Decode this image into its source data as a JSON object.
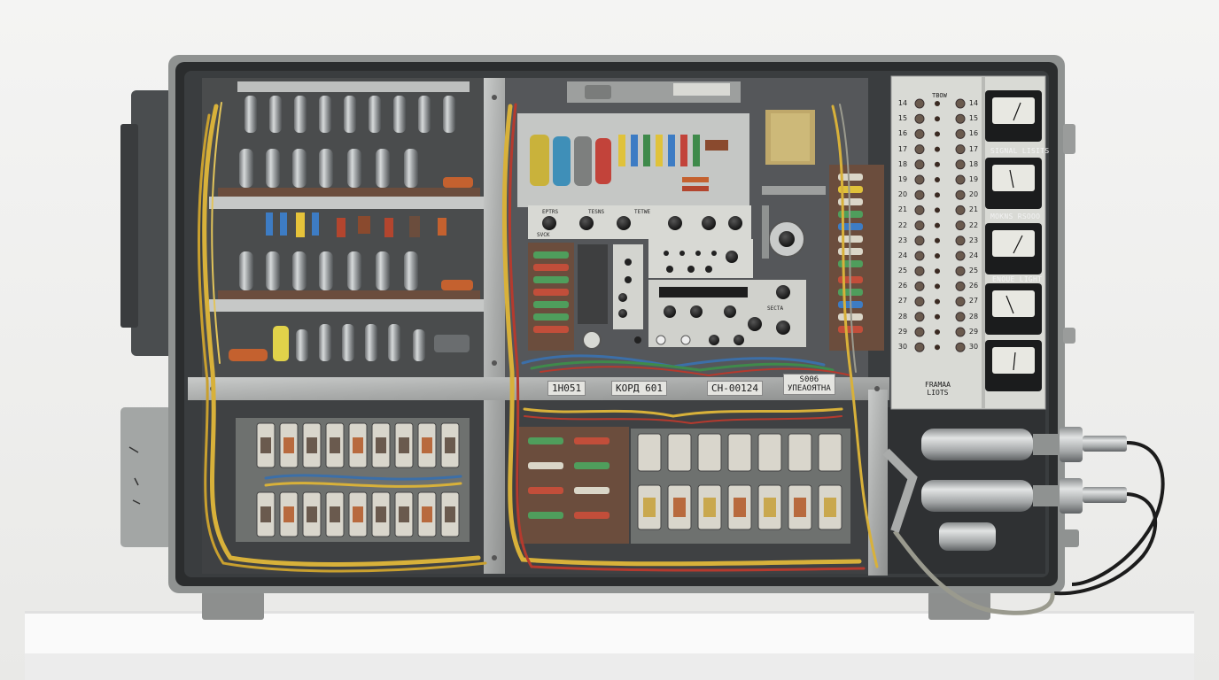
{
  "colors": {
    "background": "#f1f1f0",
    "chassis": "#2b2d2e",
    "frame_metal": "#b4b6b5",
    "panel": "#d9dad5",
    "wire_yellow": "#d8b13a",
    "wire_red": "#b53a2e",
    "wire_blue": "#3c6fa8",
    "wire_green": "#3f8a4b"
  },
  "labels": {
    "strip_1": "1H051",
    "strip_2": "КОРД 601",
    "strip_3": "СН-00124",
    "strip_4_line1": "S006",
    "strip_4_line2": "УПЕАОЯТНА",
    "meter_label_1": "SIGNAL LISITS",
    "meter_label_2": "MOKNS RSOOO",
    "meter_label_3": "ENOUE LIGHT",
    "panel_bottom_line1": "FRAMAA",
    "panel_bottom_line2": "LIOTS",
    "panel_top": "TBOW",
    "plate_small": "SVCK",
    "knob_plate_1": "EPTRS",
    "knob_plate_2": "TESNS",
    "knob_plate_3": "TETWE",
    "knob_plate_4": "SECTA"
  },
  "terminal_numbers": [
    "14",
    "15",
    "16",
    "17",
    "18",
    "19",
    "20",
    "21",
    "22",
    "23",
    "24",
    "25",
    "26",
    "27",
    "28",
    "29",
    "30"
  ]
}
